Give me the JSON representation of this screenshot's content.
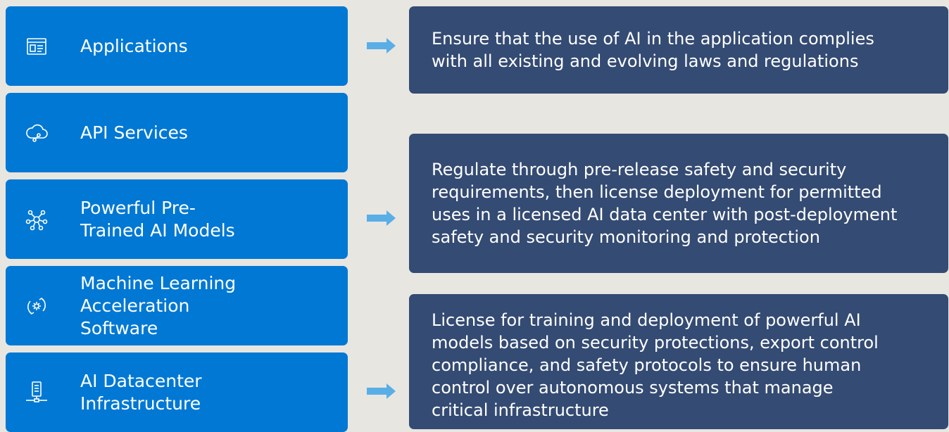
{
  "colors": {
    "background": "#e8e6e1",
    "stack_card": "#0078d4",
    "desc_card": "#344b73",
    "arrow": "#5aaee6"
  },
  "stack": [
    {
      "label": "Applications",
      "icon": "application-window-icon"
    },
    {
      "label": "API Services",
      "icon": "cloud-api-icon"
    },
    {
      "label": "Powerful Pre-\nTrained AI Models",
      "icon": "ai-model-network-icon"
    },
    {
      "label": "Machine Learning\nAcceleration\nSoftware",
      "icon": "gear-cycle-icon"
    },
    {
      "label": "AI Datacenter\nInfrastructure",
      "icon": "server-network-icon"
    }
  ],
  "descriptions": [
    {
      "text": "Ensure that the use of AI in the application complies\nwith all existing and evolving laws and regulations"
    },
    {
      "text": "Regulate through pre-release safety and security\nrequirements, then license deployment for permitted\nuses in a licensed AI data center with post-deployment\nsafety and security monitoring and protection"
    },
    {
      "text": "License for training and deployment of powerful AI\nmodels based on security protections, export control\ncompliance, and safety protocols to ensure human\ncontrol over autonomous systems that manage\ncritical infrastructure"
    }
  ]
}
